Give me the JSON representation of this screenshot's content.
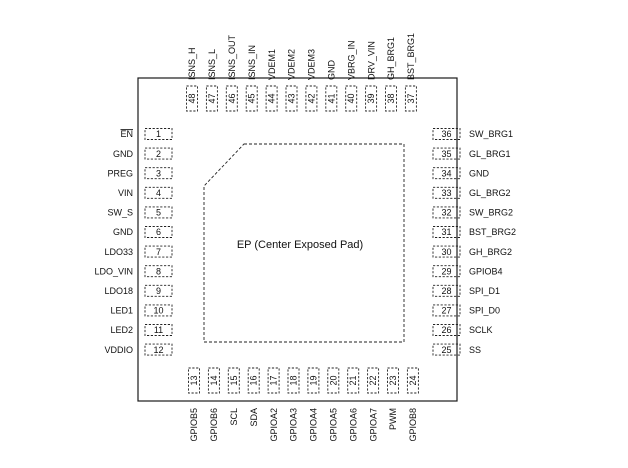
{
  "ep_label": "EP (Center Exposed Pad)",
  "left_pins": [
    {
      "num": "1",
      "name": "EN"
    },
    {
      "num": "2",
      "name": "GND"
    },
    {
      "num": "3",
      "name": "PREG"
    },
    {
      "num": "4",
      "name": "VIN"
    },
    {
      "num": "5",
      "name": "SW_S"
    },
    {
      "num": "6",
      "name": "GND"
    },
    {
      "num": "7",
      "name": "LDO33"
    },
    {
      "num": "8",
      "name": "LDO_VIN"
    },
    {
      "num": "9",
      "name": "LDO18"
    },
    {
      "num": "10",
      "name": "LED1"
    },
    {
      "num": "11",
      "name": "LED2"
    },
    {
      "num": "12",
      "name": "VDDIO"
    }
  ],
  "bottom_pins": [
    {
      "num": "13",
      "name": "GPIOB5"
    },
    {
      "num": "14",
      "name": "GPIOB6"
    },
    {
      "num": "15",
      "name": "SCL"
    },
    {
      "num": "16",
      "name": "SDA"
    },
    {
      "num": "17",
      "name": "GPIOA2"
    },
    {
      "num": "18",
      "name": "GPIOA3"
    },
    {
      "num": "19",
      "name": "GPIOA4"
    },
    {
      "num": "20",
      "name": "GPIOA5"
    },
    {
      "num": "21",
      "name": "GPIOA6"
    },
    {
      "num": "22",
      "name": "GPIOA7"
    },
    {
      "num": "23",
      "name": "PWM"
    },
    {
      "num": "24",
      "name": "GPIOB8"
    }
  ],
  "right_pins": [
    {
      "num": "25",
      "name": "SS"
    },
    {
      "num": "26",
      "name": "SCLK"
    },
    {
      "num": "27",
      "name": "SPI_D0"
    },
    {
      "num": "28",
      "name": "SPI_D1"
    },
    {
      "num": "29",
      "name": "GPIOB4"
    },
    {
      "num": "30",
      "name": "GH_BRG2"
    },
    {
      "num": "31",
      "name": "BST_BRG2"
    },
    {
      "num": "32",
      "name": "SW_BRG2"
    },
    {
      "num": "33",
      "name": "GL_BRG2"
    },
    {
      "num": "34",
      "name": "GND"
    },
    {
      "num": "35",
      "name": "GL_BRG1"
    },
    {
      "num": "36",
      "name": "SW_BRG1"
    }
  ],
  "top_pins": [
    {
      "num": "37",
      "name": "BST_BRG1"
    },
    {
      "num": "38",
      "name": "GH_BRG1"
    },
    {
      "num": "39",
      "name": "DRV_VIN"
    },
    {
      "num": "40",
      "name": "VBRG_IN"
    },
    {
      "num": "41",
      "name": "GND"
    },
    {
      "num": "42",
      "name": "VDEM3"
    },
    {
      "num": "43",
      "name": "VDEM2"
    },
    {
      "num": "44",
      "name": "VDEM1"
    },
    {
      "num": "45",
      "name": "ISNS_IN"
    },
    {
      "num": "46",
      "name": "ISNS_OUT"
    },
    {
      "num": "47",
      "name": "ISNS_L"
    },
    {
      "num": "48",
      "name": "ISNS_H"
    }
  ]
}
